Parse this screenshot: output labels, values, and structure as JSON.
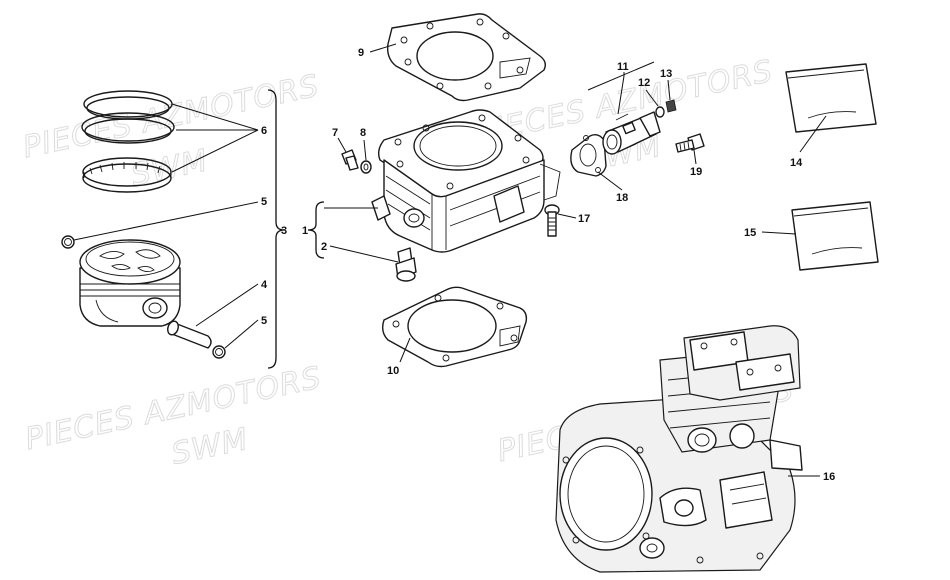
{
  "watermark": {
    "line1": "PIECES AZMOTORS",
    "line2": "SWM"
  },
  "callouts": [
    {
      "id": "1",
      "label": "1"
    },
    {
      "id": "2",
      "label": "2"
    },
    {
      "id": "3",
      "label": "3"
    },
    {
      "id": "4",
      "label": "4"
    },
    {
      "id": "5a",
      "label": "5"
    },
    {
      "id": "5b",
      "label": "5"
    },
    {
      "id": "6",
      "label": "6"
    },
    {
      "id": "7",
      "label": "7"
    },
    {
      "id": "8",
      "label": "8"
    },
    {
      "id": "9",
      "label": "9"
    },
    {
      "id": "10",
      "label": "10"
    },
    {
      "id": "11",
      "label": "11"
    },
    {
      "id": "12",
      "label": "12"
    },
    {
      "id": "13",
      "label": "13"
    },
    {
      "id": "14",
      "label": "14"
    },
    {
      "id": "15",
      "label": "15"
    },
    {
      "id": "16",
      "label": "16"
    },
    {
      "id": "17",
      "label": "17"
    },
    {
      "id": "18",
      "label": "18"
    },
    {
      "id": "19",
      "label": "19"
    }
  ]
}
